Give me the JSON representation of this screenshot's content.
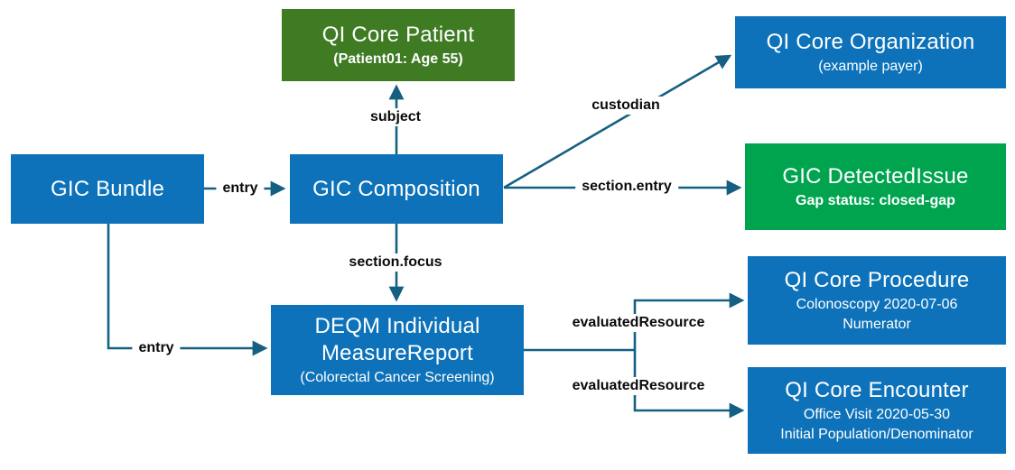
{
  "colors": {
    "node_blue": "#0d72b9",
    "node_dark_green": "#3e7b23",
    "node_bright_green": "#00a44f",
    "connector_line": "#156082",
    "edge_label_text": "#0a0a0a",
    "node_text": "#ffffff",
    "background": "#ffffff"
  },
  "nodes": {
    "bundle": {
      "title": "GIC Bundle"
    },
    "composition": {
      "title": "GIC Composition"
    },
    "patient": {
      "title": "QI Core Patient",
      "subtitle": "(Patient01: Age 55)"
    },
    "organization": {
      "title": "QI Core Organization",
      "subtitle": "(example payer)"
    },
    "detected_issue": {
      "title": "GIC DetectedIssue",
      "subtitle": "Gap status: closed-gap"
    },
    "measure_report": {
      "title": "DEQM Individual MeasureReport",
      "subtitle": "(Colorectal Cancer Screening)"
    },
    "procedure": {
      "title": "QI Core Procedure",
      "subtitle": "Colonoscopy 2020-07-06",
      "subtitle2": "Numerator"
    },
    "encounter": {
      "title": "QI Core Encounter",
      "subtitle": "Office Visit 2020-05-30",
      "subtitle2": "Initial Population/Denominator"
    }
  },
  "edges": {
    "bundle_to_composition": {
      "label": "entry"
    },
    "composition_to_patient": {
      "label": "subject"
    },
    "composition_to_organization": {
      "label": "custodian"
    },
    "composition_to_detected_issue": {
      "label": "section.entry"
    },
    "composition_to_measure_report": {
      "label": "section.focus"
    },
    "bundle_to_measure_report": {
      "label": "entry"
    },
    "measure_report_to_procedure": {
      "label": "evaluatedResource"
    },
    "measure_report_to_encounter": {
      "label": "evaluatedResource"
    }
  }
}
